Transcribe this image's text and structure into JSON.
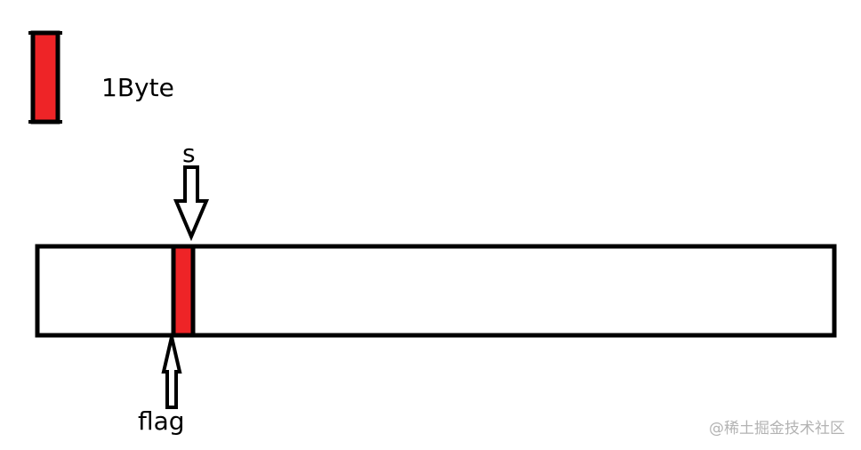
{
  "legend": {
    "label": "1Byte"
  },
  "pointers": {
    "top_label": "s",
    "bottom_label": "flag"
  },
  "watermark": {
    "text": "@稀土掘金技术社区"
  },
  "colors": {
    "byte_fill": "#ee2427",
    "stroke": "#000000",
    "background": "#ffffff",
    "watermark": "#b3b3b3"
  }
}
